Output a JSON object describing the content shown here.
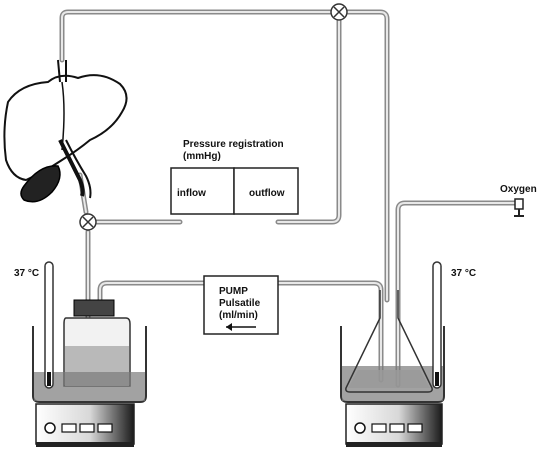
{
  "labels": {
    "pressure_title_line1": "Pressure registration",
    "pressure_title_line2": "(mmHg)",
    "inflow": "inflow",
    "outflow": "outflow",
    "oxygen": "Oxygen",
    "temp_left": "37 °C",
    "temp_right": "37 °C",
    "pump_line1": "PUMP",
    "pump_line2": "Pulsatile",
    "pump_line3": "(ml/min)"
  },
  "icons": {
    "valve": "three-way-valve-icon",
    "arrow": "arrow-left-icon",
    "oxygen_connector": "gas-connector-icon"
  }
}
